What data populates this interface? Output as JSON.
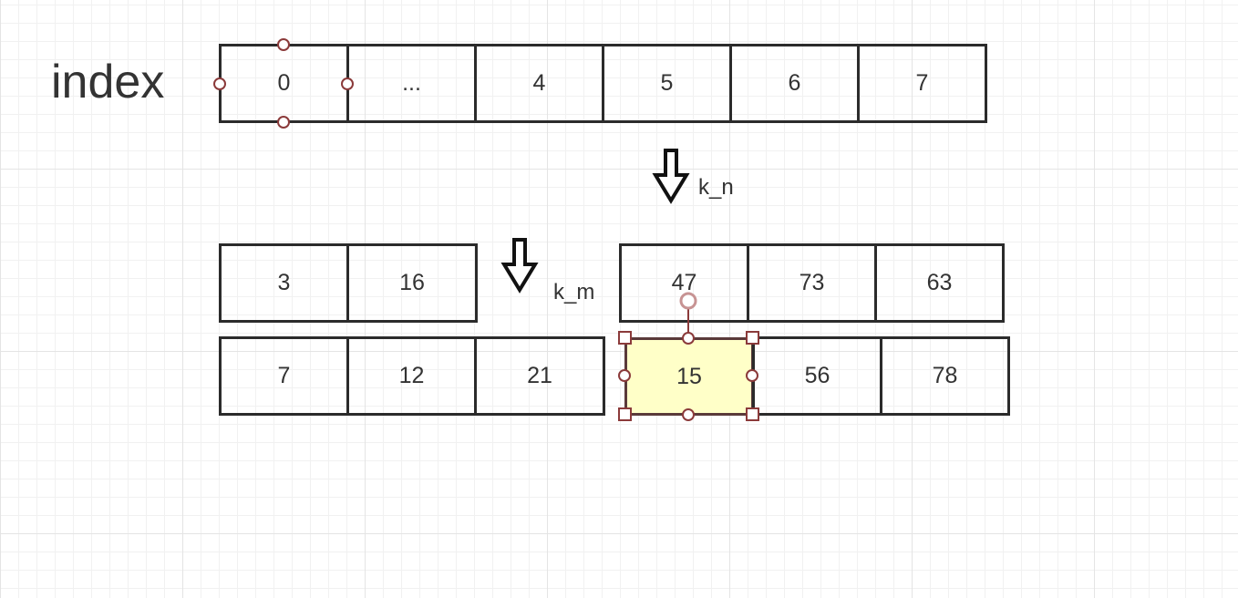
{
  "title": "index",
  "index_row": [
    "0",
    "...",
    "4",
    "5",
    "6",
    "7"
  ],
  "arrow_labels": {
    "k_n": "k_n",
    "k_m": "k_m"
  },
  "group_left": {
    "top_row": [
      "3",
      "16"
    ],
    "bottom_row": [
      "7",
      "12",
      "21"
    ]
  },
  "group_right": {
    "top_row": [
      "47",
      "73",
      "63"
    ],
    "bottom_row": [
      "15",
      "56",
      "78"
    ]
  },
  "selected_cell": "15",
  "colors": {
    "cell_border": "#2b2b2b",
    "selected_fill": "#ffffc8",
    "handle": "#8b3a3a"
  }
}
